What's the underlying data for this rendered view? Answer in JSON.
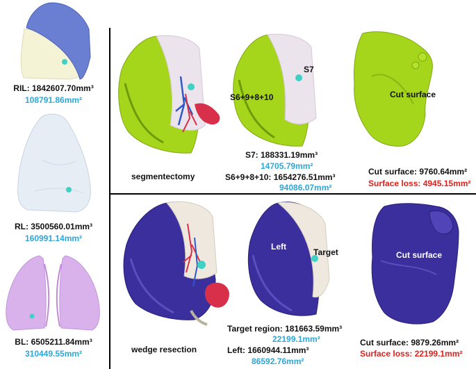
{
  "colors": {
    "area_blue": "#2ea7d8",
    "loss_red": "#e0201b",
    "lung_green": "#a6d61c",
    "lung_navy": "#3b2f9e",
    "vessel_red": "#d8304a",
    "vessel_blue": "#2f58c8",
    "tumor_cyan": "#3fd1c6"
  },
  "left_column": [
    {
      "volume": "RIL: 1842607.70mm³",
      "area": "108791.86mm²"
    },
    {
      "volume": "RL: 3500560.01mm³",
      "area": "160991.14mm²"
    },
    {
      "volume": "BL: 6505211.84mm³",
      "area": "310449.55mm²"
    }
  ],
  "segmentectomy": {
    "method": "segmentectomy",
    "labels": {
      "s7": "S7",
      "s6": "S6+9+8+10",
      "cut": "Cut surface"
    },
    "s7_volume": "S7: 188331.19mm³",
    "s7_area": "14705.79mm²",
    "s6_volume": "S6+9+8+10: 1654276.51mm³",
    "s6_area": "94086.07mm²",
    "cut_surface": "Cut surface: 9760.64mm²",
    "surface_loss": "Surface loss: 4945.15mm²"
  },
  "wedge": {
    "method": "wedge resection",
    "labels": {
      "left": "Left",
      "target": "Target",
      "cut": "Cut surface"
    },
    "target_volume": "Target region: 181663.59mm³",
    "target_area": "22199.1mm²",
    "left_volume": "Left: 1660944.11mm³",
    "left_area": "86592.76mm²",
    "cut_surface": "Cut surface: 9879.26mm²",
    "surface_loss": "Surface loss: 22199.1mm²"
  }
}
